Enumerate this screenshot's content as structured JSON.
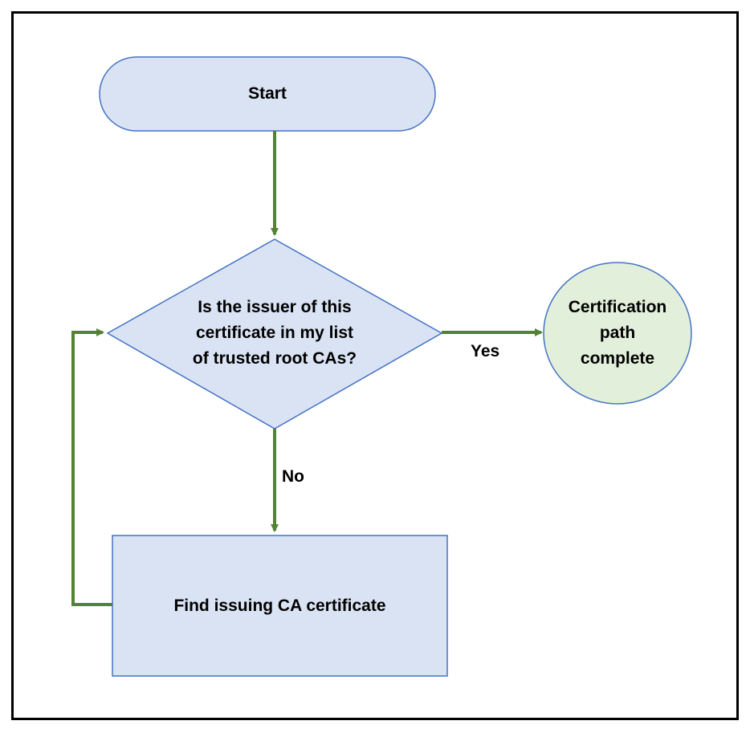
{
  "nodes": {
    "start": {
      "label": "Start"
    },
    "decision": {
      "lines": [
        "Is the issuer of this",
        "certificate in my list",
        "of trusted root CAs?"
      ]
    },
    "complete": {
      "lines": [
        "Certification",
        "path",
        "complete"
      ]
    },
    "find": {
      "label": "Find issuing CA certificate"
    }
  },
  "edges": {
    "yes_label": "Yes",
    "no_label": "No"
  },
  "colors": {
    "process_fill": "#dae3f3",
    "process_stroke": "#4472c4",
    "terminal_fill": "#e2efda",
    "arrow": "#548235",
    "frame": "#000000"
  }
}
